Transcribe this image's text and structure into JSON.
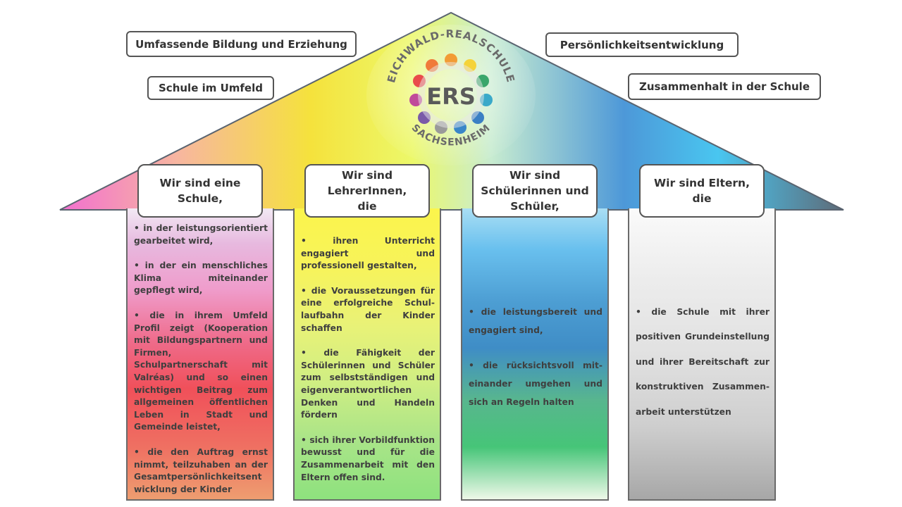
{
  "colors": {
    "roof_stops": [
      "#f26fd0",
      "#f7b6a0",
      "#f5e23c",
      "#ecf86a",
      "#c8ecd0",
      "#4d98d8",
      "#49c6f0",
      "#5e6b78"
    ],
    "border": "#555555",
    "text": "#3d3d3d"
  },
  "values": {
    "comprehensive": "Umfassende Bildung und Erziehung",
    "environment": "Schule im Umfeld",
    "personality": "Persönlichkeitsentwicklung",
    "cohesion": "Zusammenhalt in der Schule"
  },
  "logo": {
    "arc_top": "EICHWALD-REALSCHULE",
    "initials": "ERS",
    "arc_bottom": "SACHSENHEIM",
    "figure_colors": [
      "#e94b4b",
      "#f29b35",
      "#f5d33a",
      "#8cc63f",
      "#3aa66b",
      "#3aa9c9",
      "#3b7fc4",
      "#7a5aa8",
      "#c04a9a",
      "#9a9a9a"
    ]
  },
  "pillars": [
    {
      "heading": "Wir sind eine Schule,",
      "points": [
        "• in der leistungsorientiert gearbeitet wird,",
        "• in der ein menschliches Klima miteinander gepflegt wird,",
        "• die in ihrem Umfeld Profil zeigt (Kooperation mit Bildungspartnern und Firmen, Schulpartnerschaft mit Valréas) und so einen wichtigen Beitrag zum allgemeinen öffentlichen Leben in Stadt und Gemeinde leistet,",
        "• die den Auftrag ernst nimmt, teilzuhaben an der Gesamtpersönlichkeitsent wicklung der Kinder"
      ]
    },
    {
      "heading": "Wir sind LehrerInnen, die",
      "points": [
        "• ihren Unterricht engagiert und professionell gestalten,",
        "• die Voraussetzungen für eine erfolgreiche Schul-laufbahn der Kinder schaffen",
        "• die Fähigkeit der Schülerinnen und Schüler zum selbstständigen und eigenverantwortlichen Denken und Handeln fördern",
        "• sich ihrer Vorbildfunktion bewusst und für die Zusammenarbeit mit den Eltern offen sind."
      ]
    },
    {
      "heading": "Wir sind Schülerinnen und Schüler,",
      "points": [
        "• die leistungsbereit und engagiert sind,",
        "• die rücksichtsvoll mit-einander umgehen und sich an Regeln halten"
      ]
    },
    {
      "heading": "Wir sind Eltern, die",
      "points": [
        "• die Schule mit ihrer positiven Grundeinstellung und ihrer Bereitschaft zur konstruktiven Zusammen-arbeit unterstützen"
      ]
    }
  ]
}
